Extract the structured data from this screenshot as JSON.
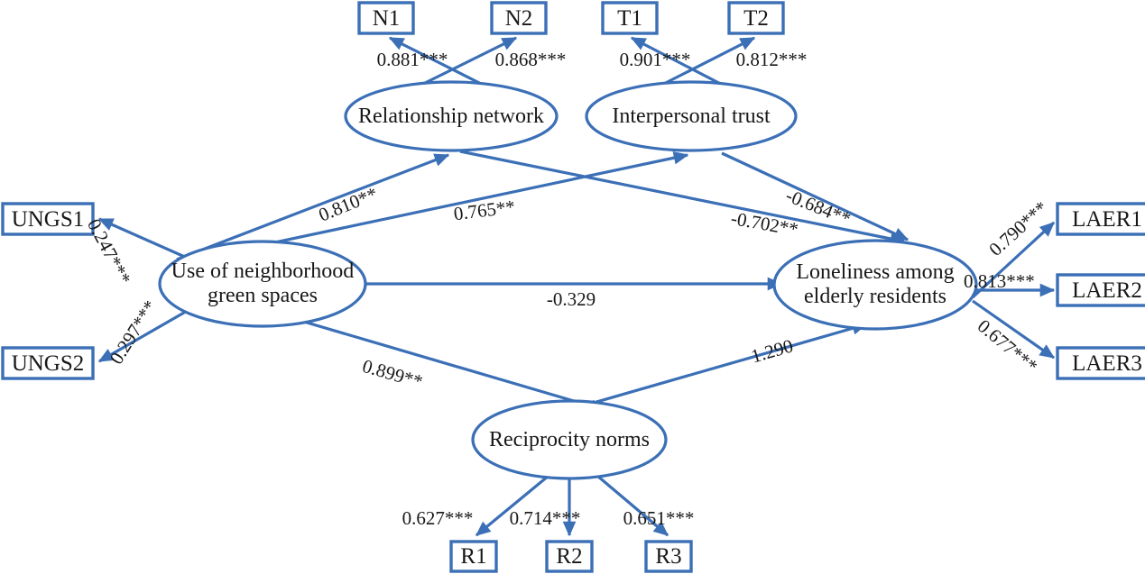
{
  "diagram": {
    "type": "structural-equation-model-path-diagram",
    "colors": {
      "stroke": "#3B6FB6",
      "node_fill": "#FFFFFF",
      "text": "#181818",
      "background": "#FFFFFF"
    },
    "observed_variables": [
      {
        "id": "N1",
        "label": "N1"
      },
      {
        "id": "N2",
        "label": "N2"
      },
      {
        "id": "T1",
        "label": "T1"
      },
      {
        "id": "T2",
        "label": "T2"
      },
      {
        "id": "UNGS1",
        "label": "UNGS1"
      },
      {
        "id": "UNGS2",
        "label": "UNGS2"
      },
      {
        "id": "LAER1",
        "label": "LAER1"
      },
      {
        "id": "LAER2",
        "label": "LAER2"
      },
      {
        "id": "LAER3",
        "label": "LAER3"
      },
      {
        "id": "R1",
        "label": "R1"
      },
      {
        "id": "R2",
        "label": "R2"
      },
      {
        "id": "R3",
        "label": "R3"
      }
    ],
    "latent_variables": [
      {
        "id": "RN",
        "label": "Relationship network"
      },
      {
        "id": "IT",
        "label": "Interpersonal trust"
      },
      {
        "id": "UNGS",
        "label_line1": "Use of neighborhood",
        "label_line2": "green spaces"
      },
      {
        "id": "LAER",
        "label_line1": "Loneliness among",
        "label_line2": "elderly residents"
      },
      {
        "id": "RNORM",
        "label": "Reciprocity norms"
      }
    ],
    "measurement_paths": [
      {
        "from": "RN",
        "to": "N1",
        "label": "0.881***"
      },
      {
        "from": "RN",
        "to": "N2",
        "label": "0.868***"
      },
      {
        "from": "IT",
        "to": "T1",
        "label": "0.901***"
      },
      {
        "from": "IT",
        "to": "T2",
        "label": "0.812***"
      },
      {
        "from": "UNGS",
        "to": "UNGS1",
        "label": "0.247***"
      },
      {
        "from": "UNGS",
        "to": "UNGS2",
        "label": "0.297***"
      },
      {
        "from": "LAER",
        "to": "LAER1",
        "label": "0.790***"
      },
      {
        "from": "LAER",
        "to": "LAER2",
        "label": "0.813***"
      },
      {
        "from": "LAER",
        "to": "LAER3",
        "label": "0.677***"
      },
      {
        "from": "RNORM",
        "to": "R1",
        "label": "0.627***"
      },
      {
        "from": "RNORM",
        "to": "R2",
        "label": "0.714***"
      },
      {
        "from": "RNORM",
        "to": "R3",
        "label": "0.651***"
      }
    ],
    "structural_paths": [
      {
        "from": "UNGS",
        "to": "RN",
        "label": "0.810**"
      },
      {
        "from": "UNGS",
        "to": "IT",
        "label": "0.765**"
      },
      {
        "from": "RN",
        "to": "LAER",
        "label": "-0.702**"
      },
      {
        "from": "IT",
        "to": "LAER",
        "label": "-0.684**"
      },
      {
        "from": "UNGS",
        "to": "LAER",
        "label": "-0.329"
      },
      {
        "from": "UNGS",
        "to": "RNORM",
        "label": "0.899**"
      },
      {
        "from": "RNORM",
        "to": "LAER",
        "label": "1.290"
      }
    ]
  }
}
